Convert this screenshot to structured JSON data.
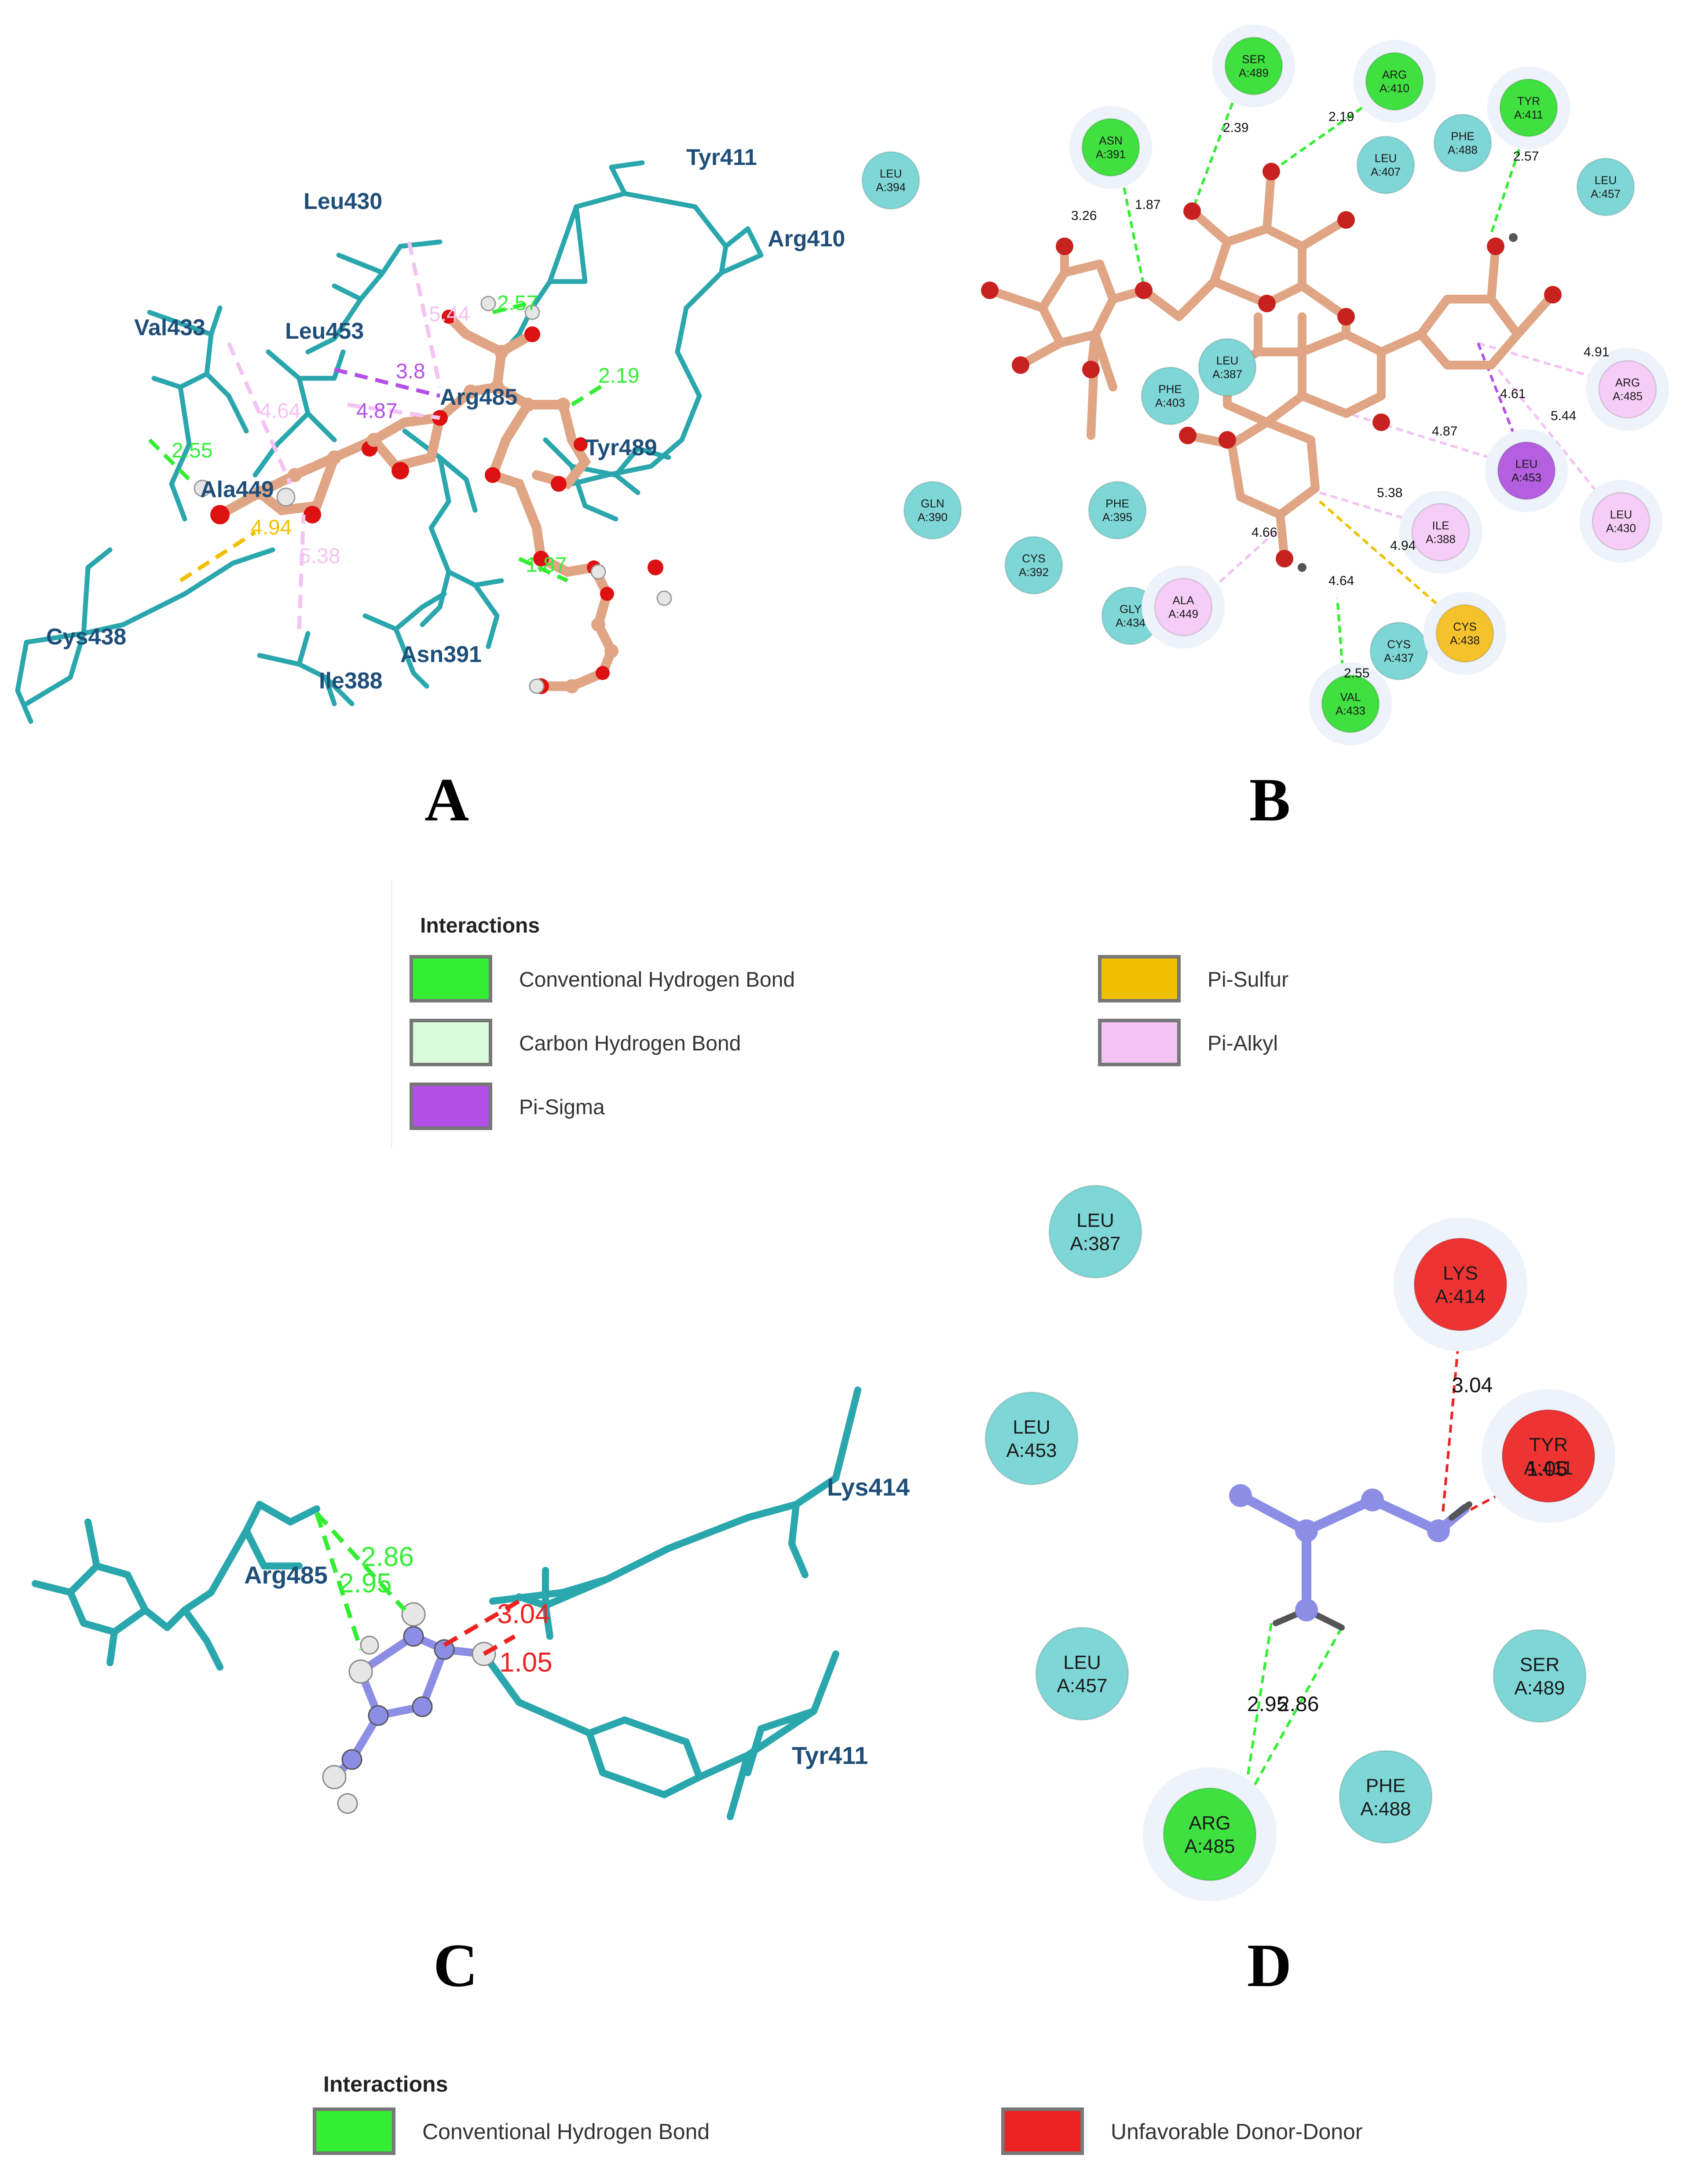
{
  "colors": {
    "protein": "#2aa6ad",
    "label": "#1f4e79",
    "hbond": "#33ee33",
    "carbon_h": "#d9fbd9",
    "pi_sigma": "#b44fe8",
    "pi_sulfur": "#f0c000",
    "pi_alkyl": "#f3c3f3",
    "donor_donor": "#ee2222",
    "ligand_carbon": "#e0a584",
    "ligand_oxygen": "#dd1111",
    "ligand_nitrogen": "#8c8ee6",
    "hydrogen": "#e6e6e6",
    "vdw_node": "#7fd6d6",
    "hbond_node": "#3fe03f",
    "pi_sigma_node": "#b45ee0",
    "pi_sulfur_node": "#f5c22b",
    "pi_alkyl_node": "#f6cdf6",
    "donor_node": "#ee3333"
  },
  "panel_labels": {
    "a": "A",
    "b": "B",
    "c": "C",
    "d": "D"
  },
  "panel_a": {
    "residues": [
      "Tyr411",
      "Leu430",
      "Arg410",
      "Val433",
      "Leu453",
      "Arg485",
      "Ala449",
      "Tyr489",
      "Cys438",
      "Asn391",
      "Ile388"
    ],
    "distances": [
      {
        "v": "2.57",
        "kind": "hbond"
      },
      {
        "v": "2.19",
        "kind": "hbond"
      },
      {
        "v": "2.55",
        "kind": "hbond"
      },
      {
        "v": "1.87",
        "kind": "hbond"
      },
      {
        "v": "5.44",
        "kind": "pi_alkyl"
      },
      {
        "v": "3.8",
        "kind": "pi_sigma"
      },
      {
        "v": "4.64",
        "kind": "pi_alkyl"
      },
      {
        "v": "4.87",
        "kind": "pi_alkyl"
      },
      {
        "v": "4.94",
        "kind": "pi_sulfur"
      },
      {
        "v": "5.38",
        "kind": "pi_alkyl"
      }
    ]
  },
  "panel_b": {
    "nodes": [
      {
        "name": "SER",
        "id": "A:489",
        "type": "hbond"
      },
      {
        "name": "ARG",
        "id": "A:410",
        "type": "hbond"
      },
      {
        "name": "TYR",
        "id": "A:411",
        "type": "hbond"
      },
      {
        "name": "ASN",
        "id": "A:391",
        "type": "hbond"
      },
      {
        "name": "LEU",
        "id": "A:394",
        "type": "vdw"
      },
      {
        "name": "LEU",
        "id": "A:407",
        "type": "vdw"
      },
      {
        "name": "PHE",
        "id": "A:488",
        "type": "vdw"
      },
      {
        "name": "LEU",
        "id": "A:457",
        "type": "vdw"
      },
      {
        "name": "LEU",
        "id": "A:387",
        "type": "vdw"
      },
      {
        "name": "PHE",
        "id": "A:403",
        "type": "vdw"
      },
      {
        "name": "ARG",
        "id": "A:485",
        "type": "pi_alkyl"
      },
      {
        "name": "LEU",
        "id": "A:453",
        "type": "pi_sigma"
      },
      {
        "name": "LEU",
        "id": "A:430",
        "type": "pi_alkyl"
      },
      {
        "name": "GLN",
        "id": "A:390",
        "type": "vdw"
      },
      {
        "name": "PHE",
        "id": "A:395",
        "type": "vdw"
      },
      {
        "name": "ILE",
        "id": "A:388",
        "type": "pi_alkyl"
      },
      {
        "name": "CYS",
        "id": "A:392",
        "type": "vdw"
      },
      {
        "name": "GLY",
        "id": "A:434",
        "type": "vdw"
      },
      {
        "name": "ALA",
        "id": "A:449",
        "type": "pi_alkyl"
      },
      {
        "name": "CYS",
        "id": "A:437",
        "type": "vdw"
      },
      {
        "name": "CYS",
        "id": "A:438",
        "type": "pi_sulfur"
      },
      {
        "name": "VAL",
        "id": "A:433",
        "type": "hbond"
      }
    ],
    "distances": [
      "2.39",
      "2.19",
      "2.57",
      "3.26",
      "1.87",
      "4.91",
      "4.61",
      "5.44",
      "4.87",
      "5.38",
      "4.94",
      "4.66",
      "4.64",
      "2.55"
    ]
  },
  "legend_1": {
    "title": "Interactions",
    "items": [
      {
        "label": "Conventional Hydrogen Bond",
        "kind": "hbond"
      },
      {
        "label": "Carbon Hydrogen Bond",
        "kind": "carbon_h"
      },
      {
        "label": "Pi-Sigma",
        "kind": "pi_sigma"
      },
      {
        "label": "Pi-Sulfur",
        "kind": "pi_sulfur"
      },
      {
        "label": "Pi-Alkyl",
        "kind": "pi_alkyl"
      }
    ]
  },
  "panel_c": {
    "residues": [
      "Lys414",
      "Arg485",
      "Tyr411"
    ],
    "distances": [
      {
        "v": "2.86",
        "kind": "hbond"
      },
      {
        "v": "2.95",
        "kind": "hbond"
      },
      {
        "v": "3.04",
        "kind": "donor_donor"
      },
      {
        "v": "1.05",
        "kind": "donor_donor"
      }
    ]
  },
  "panel_d": {
    "nodes": [
      {
        "name": "LEU",
        "id": "A:387",
        "type": "vdw"
      },
      {
        "name": "LYS",
        "id": "A:414",
        "type": "donor_donor"
      },
      {
        "name": "LEU",
        "id": "A:453",
        "type": "vdw"
      },
      {
        "name": "TYR",
        "id": "A:411",
        "type": "donor_donor"
      },
      {
        "name": "LEU",
        "id": "A:457",
        "type": "vdw"
      },
      {
        "name": "SER",
        "id": "A:489",
        "type": "vdw"
      },
      {
        "name": "PHE",
        "id": "A:488",
        "type": "vdw"
      },
      {
        "name": "ARG",
        "id": "A:485",
        "type": "hbond"
      }
    ],
    "distances": [
      "3.04",
      "1.05",
      "2.95",
      "2.86"
    ]
  },
  "legend_2": {
    "title": "Interactions",
    "items": [
      {
        "label": "Conventional Hydrogen Bond",
        "kind": "hbond"
      },
      {
        "label": "Unfavorable Donor-Donor",
        "kind": "donor_donor"
      }
    ]
  }
}
